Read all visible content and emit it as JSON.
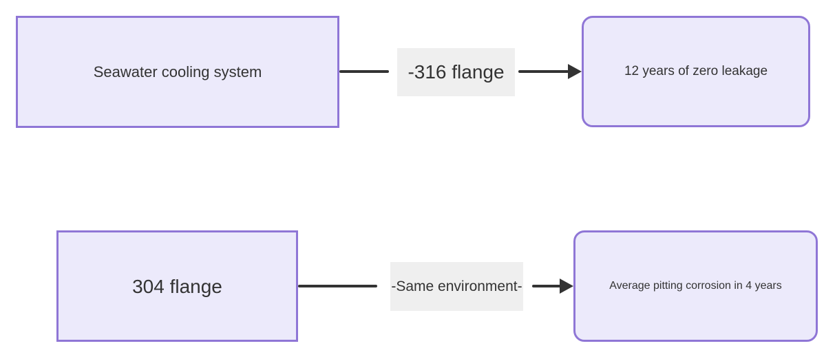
{
  "diagram": {
    "type": "flowchart",
    "colors": {
      "background": "#ffffff",
      "node_fill": "#ECEAFB",
      "node_border": "#8F76D6",
      "edge": "#333333",
      "edge_label_bg": "#EFEFEF",
      "text": "#333333"
    },
    "rows": [
      {
        "source_label": "Seawater cooling system",
        "edge_label": "-316 flange",
        "target_label": "12 years of zero leakage"
      },
      {
        "source_label": "304 flange",
        "edge_label": "-Same environment-",
        "target_label": "Average pitting corrosion in 4 years"
      }
    ]
  }
}
